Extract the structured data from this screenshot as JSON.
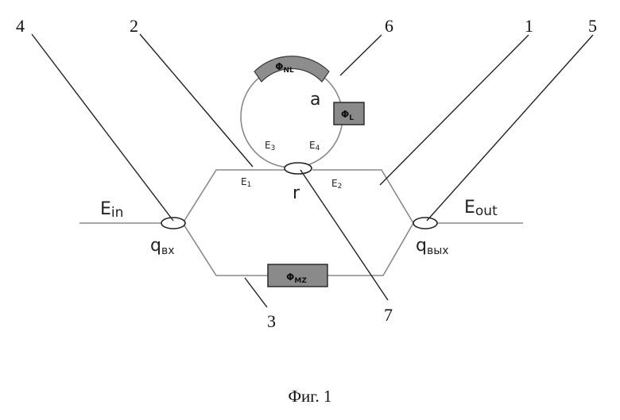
{
  "diagram": {
    "callouts": {
      "n1": "1",
      "n2": "2",
      "n3": "3",
      "n4": "4",
      "n5": "5",
      "n6": "6",
      "n7": "7"
    },
    "fields": {
      "e_in_base": "E",
      "e_in_sub": "in",
      "e_out_base": "E",
      "e_out_sub": "out",
      "e1": "E",
      "e1_sub": "1",
      "e2": "E",
      "e2_sub": "2",
      "e3": "E",
      "e3_sub": "3",
      "e4": "E",
      "e4_sub": "4"
    },
    "couplers": {
      "input_base": "q",
      "input_sub": "вх",
      "output_base": "q",
      "output_sub": "вых",
      "ring": "r"
    },
    "ring_label": "a",
    "phase_shifters": {
      "nl_base": "Φ",
      "nl_sub": "NL",
      "l_base": "Φ",
      "l_sub": "L",
      "mz_base": "Φ",
      "mz_sub": "MZ"
    },
    "caption": "Фиг. 1"
  }
}
